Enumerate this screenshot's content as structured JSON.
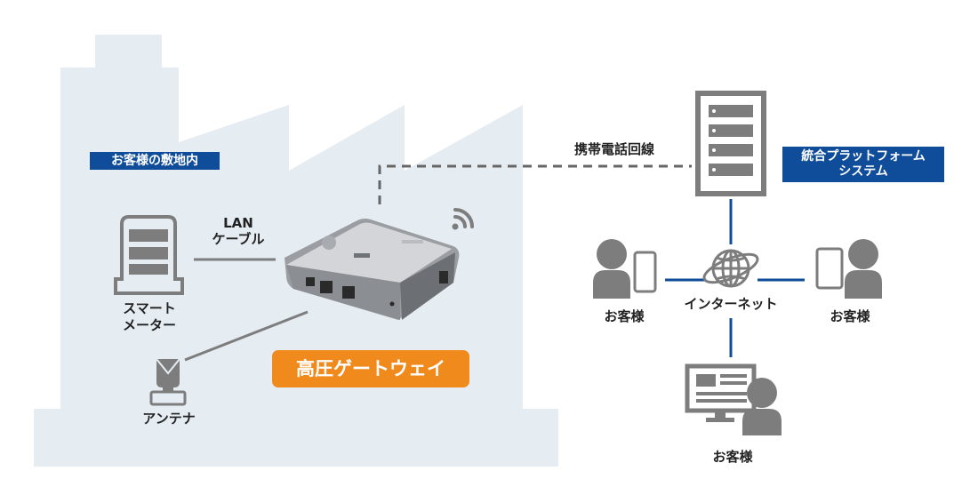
{
  "labels": {
    "premises": "お客様の敷地内",
    "mobile_line": "携帯電話回線",
    "platform": [
      "統合プラットフォーム",
      "システム"
    ],
    "lan_cable": [
      "LAN",
      "ケーブル"
    ],
    "smart_meter": [
      "スマート",
      "メーター"
    ],
    "antenna": "アンテナ",
    "gateway": "高圧ゲートウェイ",
    "internet": "インターネット",
    "customer_left": "お客様",
    "customer_right": "お客様",
    "customer_bottom": "お客様"
  },
  "icons": [
    "factory-building",
    "smart-meter-icon",
    "antenna-icon",
    "gateway-device",
    "wifi-signal-icon",
    "server-rack-icon",
    "globe-icon",
    "user-with-phone-icon",
    "user-with-tablet-icon",
    "user-with-monitor-icon"
  ],
  "colors": {
    "factory": "#e5ecf2",
    "icon_gray": "#7d7d7d",
    "connector_blue": "#0f4c9a",
    "dashed_line": "#666666",
    "label_blue": "#0f4c9a",
    "label_orange": "#f08a1c"
  }
}
